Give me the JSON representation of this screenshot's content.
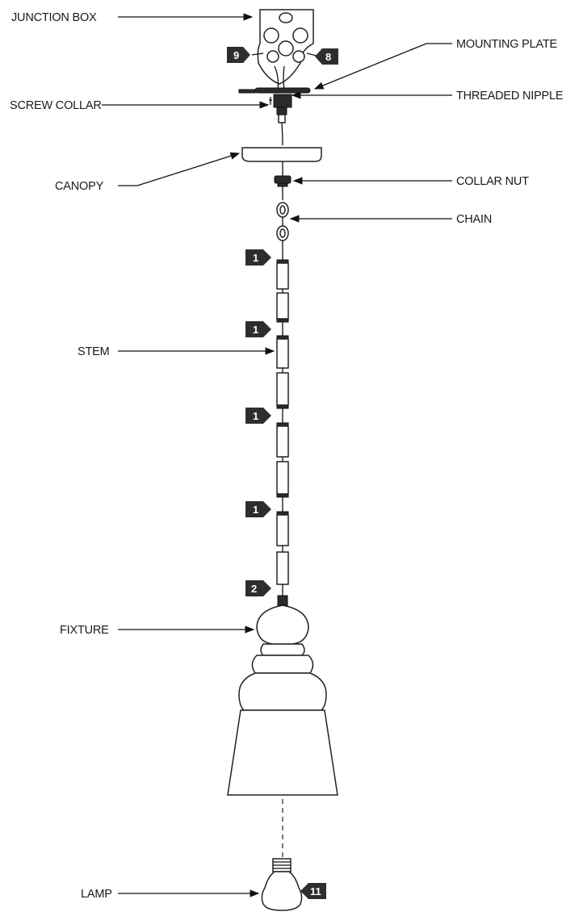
{
  "labels": {
    "junction_box": "JUNCTION BOX",
    "mounting_plate": "MOUNTING PLATE",
    "screw_collar": "SCREW COLLAR",
    "threaded_nipple": "THREADED NIPPLE",
    "canopy": "CANOPY",
    "collar_nut": "COLLAR NUT",
    "chain": "CHAIN",
    "stem": "STEM",
    "fixture": "FIXTURE",
    "lamp": "LAMP"
  },
  "badges": {
    "b9": "9",
    "b8": "8",
    "b1a": "1",
    "b1b": "1",
    "b1c": "1",
    "b1d": "1",
    "b2": "2",
    "b11": "11"
  }
}
